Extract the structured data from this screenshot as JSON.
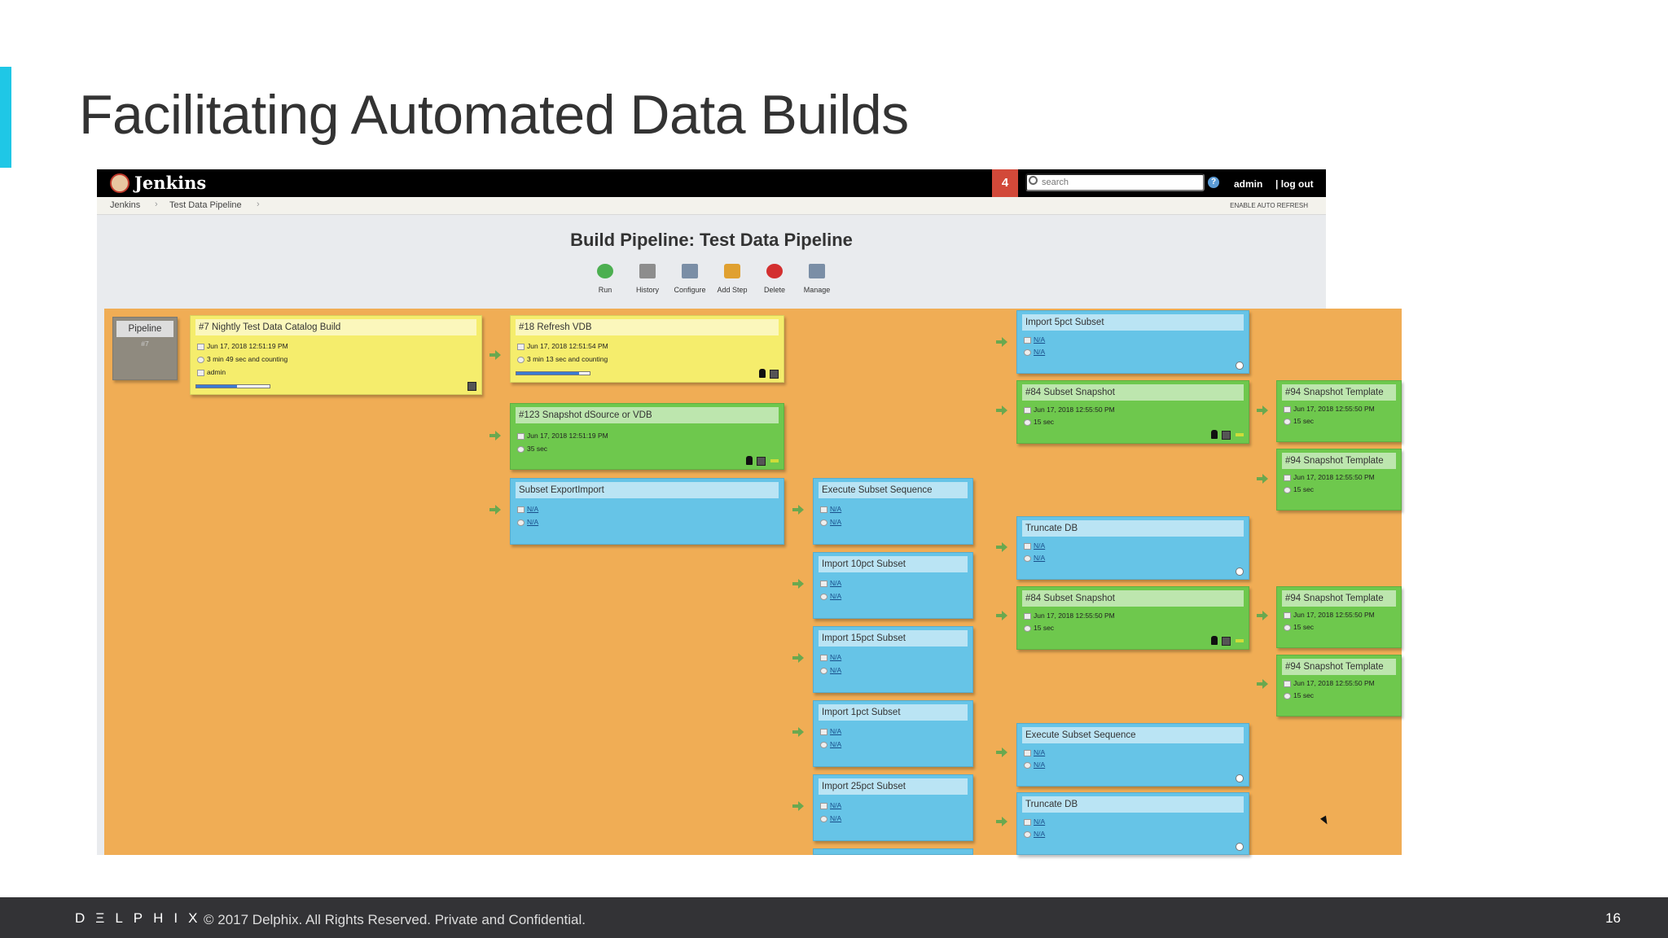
{
  "slide": {
    "title": "Facilitating Automated Data Builds",
    "accent_color": "#1fc7e6",
    "footer": {
      "brand": "DΞLPHIX",
      "copyright": "© 2017 Delphix. All Rights Reserved. Private and Confidential.",
      "page": "16"
    }
  },
  "jenkins": {
    "brand": "Jenkins",
    "badge": "4",
    "search_placeholder": "search",
    "help": "?",
    "user": "admin",
    "logout": "| log out",
    "breadcrumb": [
      "Jenkins",
      "Test Data Pipeline"
    ],
    "auto_refresh": "ENABLE AUTO REFRESH",
    "pipeline_title": "Build Pipeline: Test Data Pipeline",
    "toolbar": [
      {
        "label": "Run",
        "icon": "run-icon",
        "color": "#4caf50"
      },
      {
        "label": "History",
        "icon": "history-icon",
        "color": "#8d8d8d"
      },
      {
        "label": "Configure",
        "icon": "configure-icon",
        "color": "#7a8ea6"
      },
      {
        "label": "Add Step",
        "icon": "add-step-icon",
        "color": "#e0a030"
      },
      {
        "label": "Delete",
        "icon": "delete-icon",
        "color": "#d32f2f"
      },
      {
        "label": "Manage",
        "icon": "manage-icon",
        "color": "#7a8ea6"
      }
    ],
    "colors": {
      "running": "#f5ed6c",
      "success": "#6ec84d",
      "pending": "#66c4e7",
      "board": "#f0ad55"
    }
  },
  "boxes": {
    "pipeline": {
      "title": "Pipeline",
      "sub": "#7"
    },
    "nightly": {
      "title": "#7 Nightly Test Data Catalog Build",
      "date": "Jun 17, 2018 12:51:19 PM",
      "duration": "3 min 49 sec and counting",
      "user": "admin",
      "progress": 0.55
    },
    "refresh": {
      "title": "#18 Refresh VDB",
      "date": "Jun 17, 2018 12:51:54 PM",
      "duration": "3 min 13 sec and counting",
      "progress": 0.85
    },
    "snapshot": {
      "title": "#123 Snapshot dSource or VDB",
      "date": "Jun 17, 2018 12:51:19 PM",
      "duration": "35 sec"
    },
    "export": {
      "title": "Subset ExportImport",
      "line1": "N/A",
      "line2": "N/A"
    },
    "exec1": {
      "title": "Execute Subset Sequence",
      "line1": "N/A",
      "line2": "N/A"
    },
    "imp10": {
      "title": "Import 10pct Subset",
      "line1": "N/A",
      "line2": "N/A"
    },
    "imp15": {
      "title": "Import 15pct Subset",
      "line1": "N/A",
      "line2": "N/A"
    },
    "imp1": {
      "title": "Import 1pct Subset",
      "line1": "N/A",
      "line2": "N/A"
    },
    "imp25": {
      "title": "Import 25pct Subset",
      "line1": "N/A",
      "line2": "N/A"
    },
    "imp5": {
      "title": "Import 5pct Subset",
      "line1": "N/A",
      "line2": "N/A"
    },
    "subsnap1": {
      "title": "#84 Subset Snapshot",
      "date": "Jun 17, 2018 12:55:50 PM",
      "duration": "15 sec"
    },
    "trunc1": {
      "title": "Truncate DB",
      "line1": "N/A",
      "line2": "N/A"
    },
    "subsnap2": {
      "title": "#84 Subset Snapshot",
      "date": "Jun 17, 2018 12:55:50 PM",
      "duration": "15 sec"
    },
    "exec2": {
      "title": "Execute Subset Sequence",
      "line1": "N/A",
      "line2": "N/A"
    },
    "trunc2": {
      "title": "Truncate DB",
      "line1": "N/A",
      "line2": "N/A"
    },
    "tmpl1": {
      "title": "#94 Snapshot Template",
      "date": "Jun 17, 2018 12:55:50 PM",
      "duration": "15 sec"
    },
    "tmpl2": {
      "title": "#94 Snapshot Template",
      "date": "Jun 17, 2018 12:55:50 PM",
      "duration": "15 sec"
    },
    "tmpl3": {
      "title": "#94 Snapshot Template",
      "date": "Jun 17, 2018 12:55:50 PM",
      "duration": "15 sec"
    },
    "tmpl4": {
      "title": "#94 Snapshot Template",
      "date": "Jun 17, 2018 12:55:50 PM",
      "duration": "15 sec"
    }
  }
}
